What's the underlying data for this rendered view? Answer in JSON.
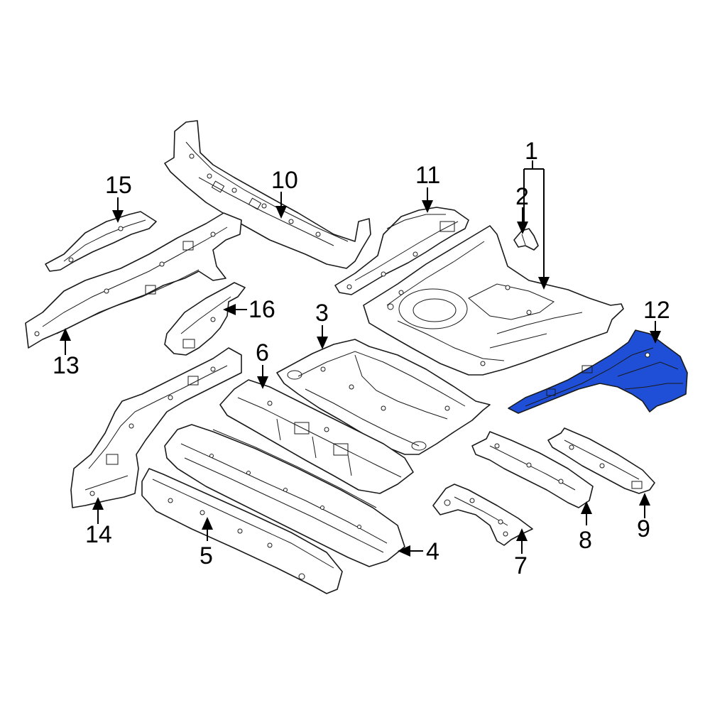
{
  "colors": {
    "highlight": "#1f4fd6",
    "line": "#1a1a1a",
    "background": "#ffffff"
  },
  "callouts": {
    "c1": "1",
    "c2": "2",
    "c3": "3",
    "c4": "4",
    "c5": "5",
    "c6": "6",
    "c7": "7",
    "c8": "8",
    "c9": "9",
    "c10": "10",
    "c11": "11",
    "c12": "12",
    "c13": "13",
    "c14": "14",
    "c15": "15",
    "c16": "16"
  },
  "highlighted_part": "12"
}
